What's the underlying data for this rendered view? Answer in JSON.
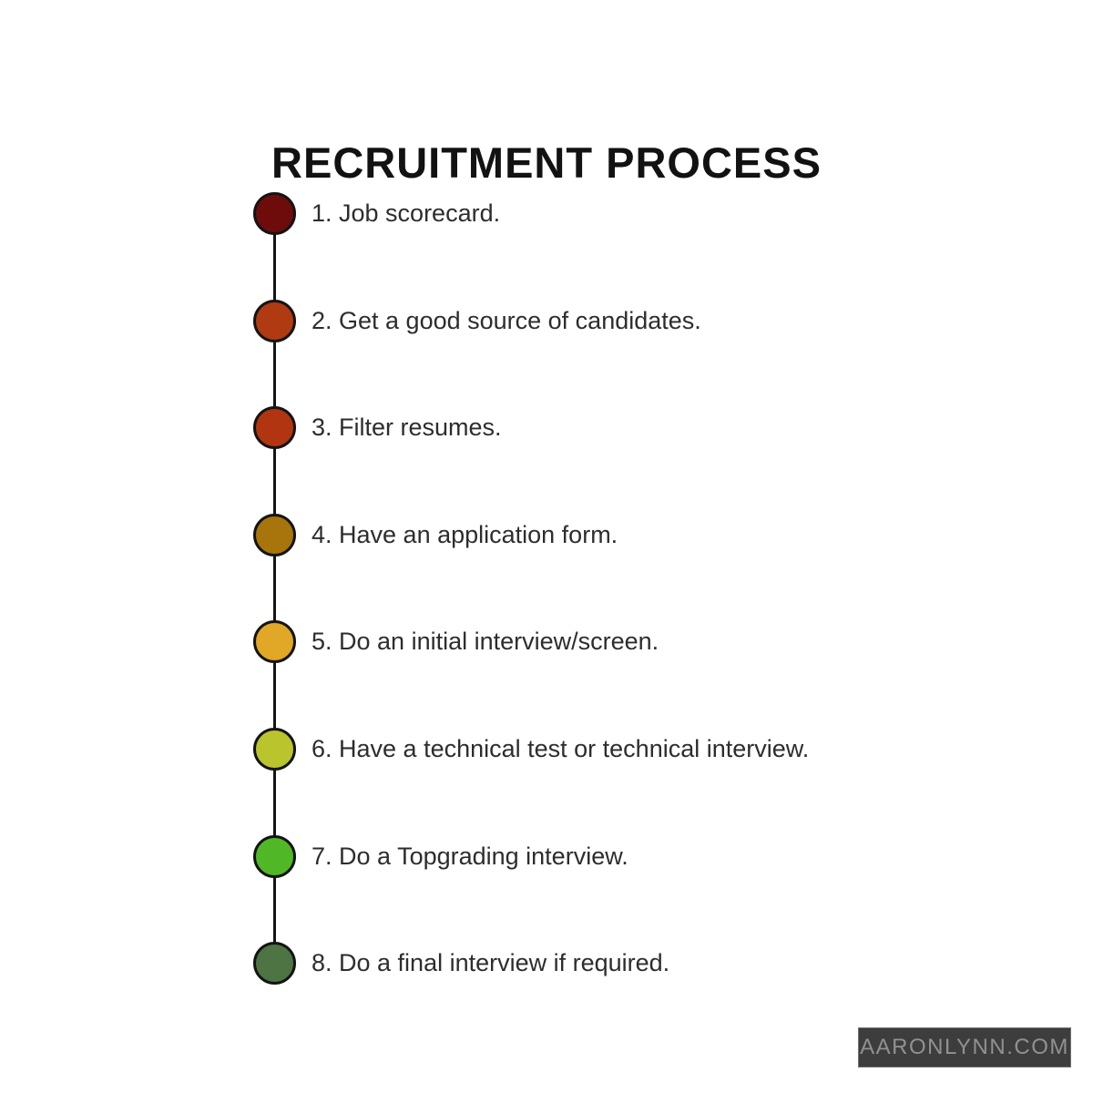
{
  "title": "RECRUITMENT PROCESS",
  "steps": [
    {
      "text": "1. Job scorecard.",
      "color": "#6e0c0c",
      "color_name": "dark-maroon"
    },
    {
      "text": "2. Get a good source of candidates.",
      "color": "#b03a12",
      "color_name": "burnt-orange"
    },
    {
      "text": "3. Filter resumes.",
      "color": "#b13510",
      "color_name": "rust-red"
    },
    {
      "text": "4. Have an application form.",
      "color": "#a8740c",
      "color_name": "dark-gold"
    },
    {
      "text": "5. Do an initial interview/screen.",
      "color": "#e0a826",
      "color_name": "amber"
    },
    {
      "text": "6. Have a technical test or technical interview.",
      "color": "#bac52e",
      "color_name": "yellow-green"
    },
    {
      "text": "7. Do a Topgrading interview.",
      "color": "#50b826",
      "color_name": "bright-green"
    },
    {
      "text": "8. Do a final interview if required.",
      "color": "#4d7442",
      "color_name": "muted-forest-green"
    }
  ],
  "watermark": "AARONLYNN.COM",
  "colors": {
    "background": "#ffffff",
    "title_text": "#121212",
    "step_text": "#2d2d2d",
    "connector_line": "#141414",
    "dot_outline": "#141414",
    "watermark_background": "#3d3d3d",
    "watermark_text": "#919191"
  }
}
